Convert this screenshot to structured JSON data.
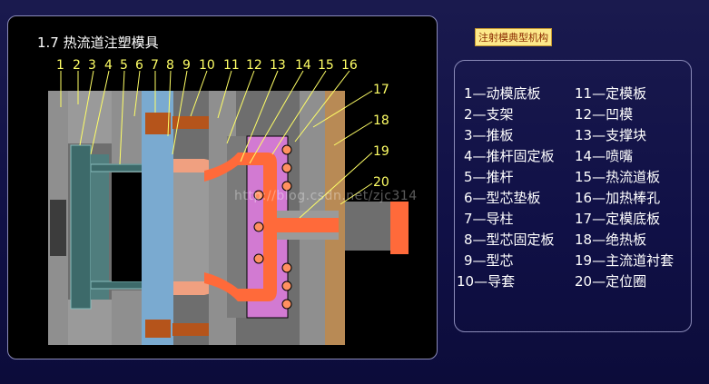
{
  "diagram": {
    "title": "1.7  热流道注塑模具",
    "part_numbers": [
      "1",
      "2",
      "3",
      "4",
      "5",
      "6",
      "7",
      "8",
      "9",
      "10",
      "11",
      "12",
      "13",
      "14",
      "15",
      "16",
      "17",
      "18",
      "19",
      "20"
    ]
  },
  "top_label": "注射模典型机构",
  "legend": {
    "left": [
      "1—动模底板",
      "2—支架",
      "3—推板",
      "4—推杆固定板",
      "5—推杆",
      "6—型芯垫板",
      "7—导柱",
      "8—型芯固定板",
      "9—型芯",
      "10—导套"
    ],
    "right": [
      "11—定模板",
      "12—凹模",
      "13—支撑块",
      "14—喷嘴",
      "15—热流道板",
      "16—加热棒孔",
      "17—定模底板",
      "18—绝热板",
      "19—主流道衬套",
      "20—定位圈"
    ]
  },
  "watermark": "http://blog.csdn.net/zjc314",
  "colors": {
    "steel": "#8f8f8f",
    "dark_steel": "#5a5a5a",
    "ejector": "#3d6a6a",
    "cavity_blue": "#7aaad0",
    "hot_runner": "#ff6a3a",
    "heater_plate": "#d27ad2",
    "insulation": "#b88a55",
    "label_yellow": "#ffff66"
  }
}
